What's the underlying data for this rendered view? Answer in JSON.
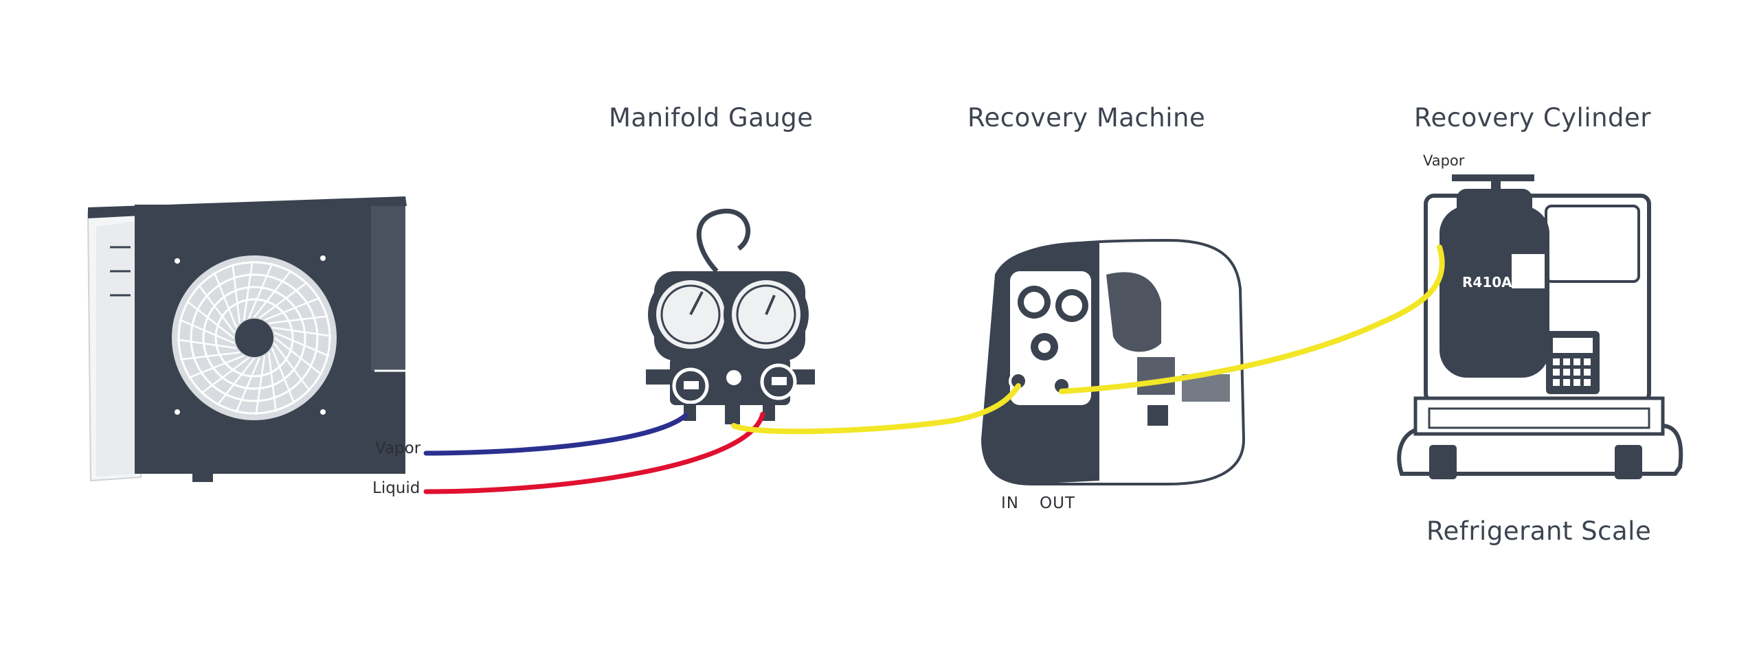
{
  "titles": {
    "manifold": "Manifold Gauge",
    "recovery_machine": "Recovery Machine",
    "recovery_cylinder": "Recovery Cylinder",
    "scale": "Refrigerant Scale"
  },
  "labels": {
    "vapor_unit": "Vapor",
    "liquid_unit": "Liquid",
    "vapor_cylinder": "Vapor",
    "port_in": "IN",
    "port_out": "OUT",
    "cylinder_tag": "R410A"
  },
  "colors": {
    "equipment": "#3b4350",
    "vapor_hose": "#2b2f8f",
    "liquid_hose": "#e0102f",
    "transfer_hose": "#f2e627",
    "title_text": "#3d4450"
  }
}
